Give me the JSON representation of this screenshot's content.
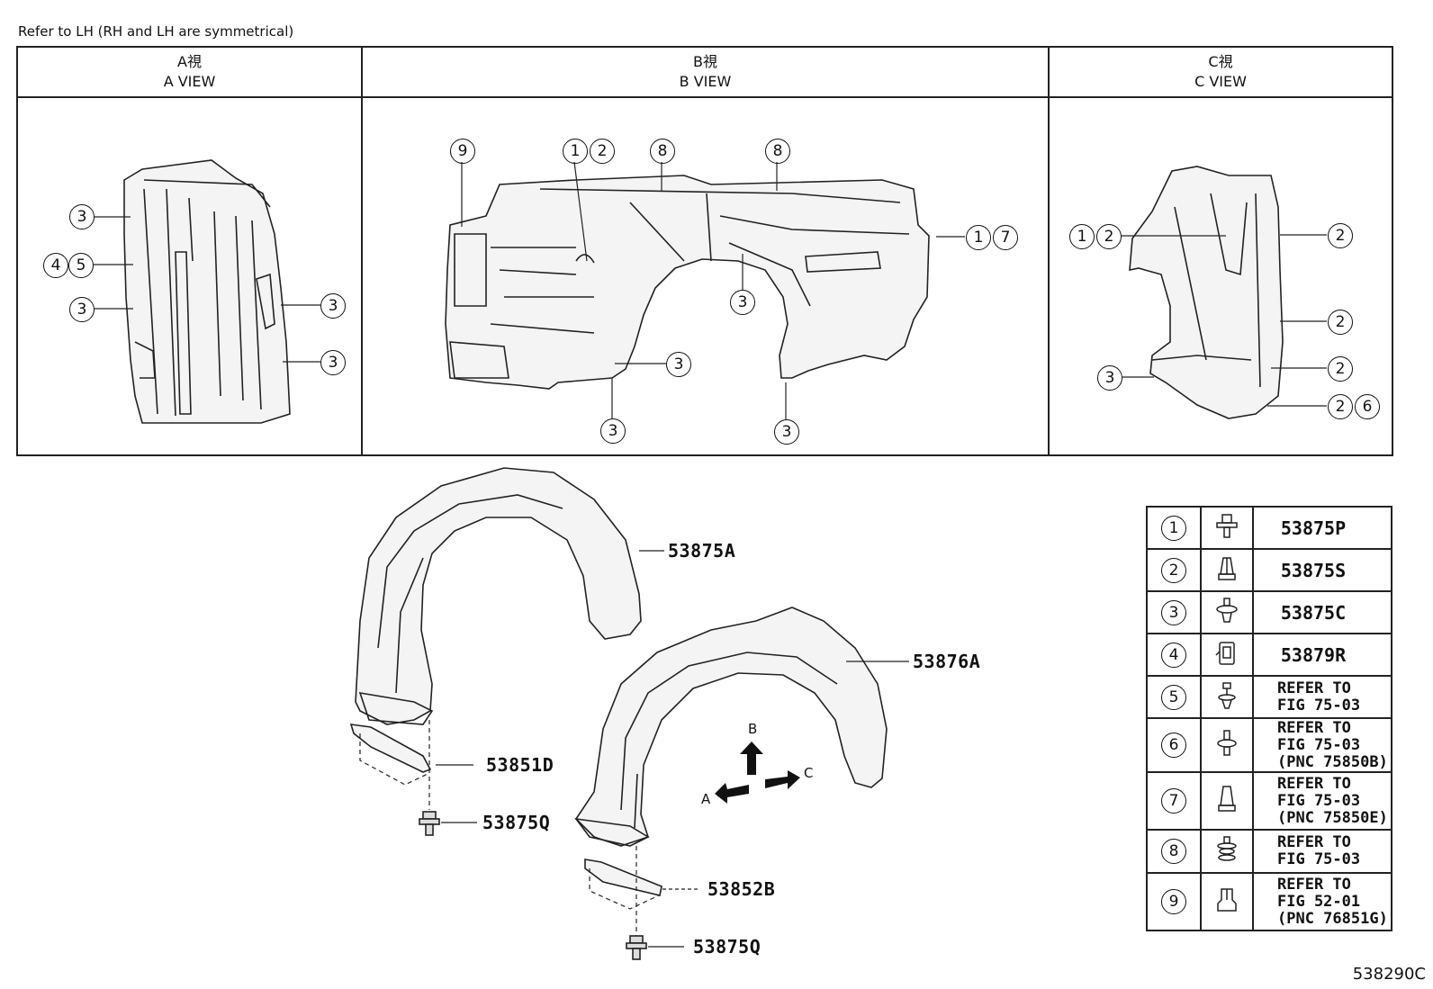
{
  "note": "Refer to LH (RH and LH are symmetrical)",
  "views": [
    {
      "jp": "A視",
      "en": "A VIEW"
    },
    {
      "jp": "B視",
      "en": "B VIEW"
    },
    {
      "jp": "C視",
      "en": "C VIEW"
    }
  ],
  "callouts": {
    "one": "1",
    "two": "2",
    "three": "3",
    "four": "4",
    "five": "5",
    "six": "6",
    "seven": "7",
    "eight": "8",
    "nine": "9"
  },
  "parts": {
    "p53875A": "53875A",
    "p53876A": "53876A",
    "p53851D": "53851D",
    "p53852B": "53852B",
    "p53875Q_a": "53875Q",
    "p53875Q_b": "53875Q"
  },
  "arrows": {
    "a": "A",
    "b": "B",
    "c": "C"
  },
  "legend": [
    {
      "num": "1",
      "icon": "flange-bolt-icon",
      "lines": [
        "53875P"
      ]
    },
    {
      "num": "2",
      "icon": "push-nut-icon",
      "lines": [
        "53875S"
      ]
    },
    {
      "num": "3",
      "icon": "clip-icon",
      "lines": [
        "53875C"
      ]
    },
    {
      "num": "4",
      "icon": "clamp-nut-icon",
      "lines": [
        "53879R"
      ]
    },
    {
      "num": "5",
      "icon": "screw-grommet-icon",
      "lines": [
        "REFER TO",
        "FIG 75-03"
      ]
    },
    {
      "num": "6",
      "icon": "rivet-clip-icon",
      "lines": [
        "REFER TO",
        "FIG 75-03",
        "(PNC 75850B)"
      ]
    },
    {
      "num": "7",
      "icon": "push-clip-icon",
      "lines": [
        "REFER TO",
        "FIG 75-03",
        "(PNC 75850E)"
      ]
    },
    {
      "num": "8",
      "icon": "fastener-icon",
      "lines": [
        "REFER TO",
        "FIG 75-03"
      ]
    },
    {
      "num": "9",
      "icon": "retainer-icon",
      "lines": [
        "REFER TO",
        "FIG 52-01",
        "(PNC 76851G)"
      ]
    }
  ],
  "diagram_id": "538290C"
}
